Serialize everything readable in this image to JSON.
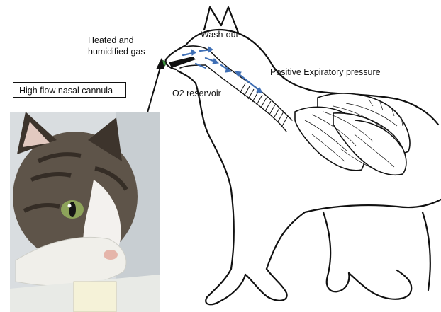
{
  "labels": {
    "heated_gas_line1": "Heated and",
    "heated_gas_line2": "humidified gas",
    "wash_out": "Wash-out",
    "positive_expiratory_pressure": "Positive Expiratory pressure",
    "o2_reservoir": "O2 reservoir",
    "high_flow_nasal_cannula": "High flow nasal cannula"
  },
  "colors": {
    "outline": "#111111",
    "flow_arrow": "#3f6fb5",
    "cannula_tip": "#3f9e3f",
    "lung_fill": "#ffffff"
  },
  "icons": {
    "flow": "arrow-icon",
    "cannula": "nasal-cannula-icon",
    "photo": "cat-photo"
  }
}
